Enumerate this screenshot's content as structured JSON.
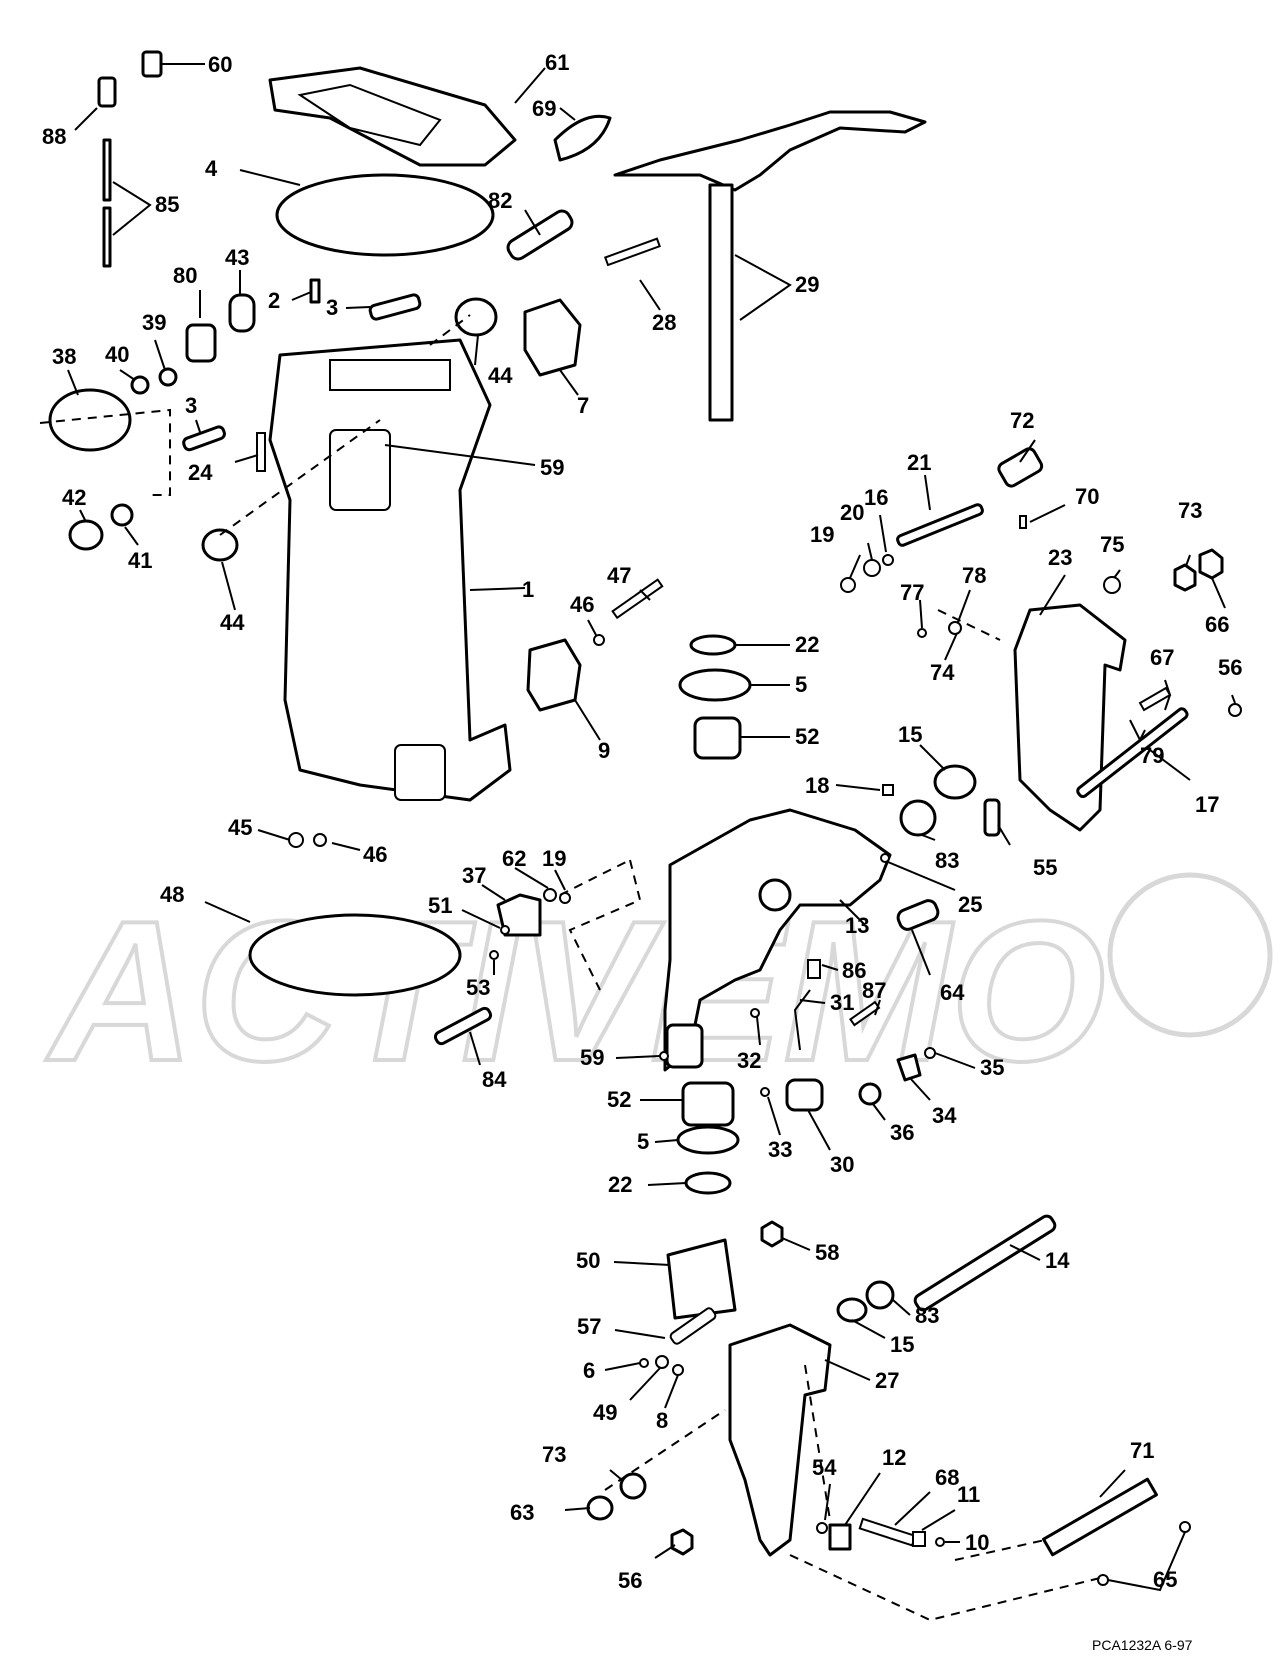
{
  "callouts": [
    {
      "id": "c60",
      "text": "60"
    },
    {
      "id": "c61",
      "text": "61"
    },
    {
      "id": "c88",
      "text": "88"
    },
    {
      "id": "c69",
      "text": "69"
    },
    {
      "id": "c85",
      "text": "85"
    },
    {
      "id": "c4",
      "text": "4"
    },
    {
      "id": "c82",
      "text": "82"
    },
    {
      "id": "c29",
      "text": "29"
    },
    {
      "id": "c43",
      "text": "43"
    },
    {
      "id": "c80",
      "text": "80"
    },
    {
      "id": "c2",
      "text": "2"
    },
    {
      "id": "c3a",
      "text": "3"
    },
    {
      "id": "c28",
      "text": "28"
    },
    {
      "id": "c38",
      "text": "38"
    },
    {
      "id": "c40",
      "text": "40"
    },
    {
      "id": "c39",
      "text": "39"
    },
    {
      "id": "c44a",
      "text": "44"
    },
    {
      "id": "c7",
      "text": "7"
    },
    {
      "id": "c3b",
      "text": "3"
    },
    {
      "id": "c24",
      "text": "24"
    },
    {
      "id": "c59a",
      "text": "59"
    },
    {
      "id": "c72",
      "text": "72"
    },
    {
      "id": "c21",
      "text": "21"
    },
    {
      "id": "c70",
      "text": "70"
    },
    {
      "id": "c42",
      "text": "42"
    },
    {
      "id": "c41",
      "text": "41"
    },
    {
      "id": "c19a",
      "text": "19"
    },
    {
      "id": "c20",
      "text": "20"
    },
    {
      "id": "c16",
      "text": "16"
    },
    {
      "id": "c73a",
      "text": "73"
    },
    {
      "id": "c23",
      "text": "23"
    },
    {
      "id": "c75",
      "text": "75"
    },
    {
      "id": "c1",
      "text": "1"
    },
    {
      "id": "c47",
      "text": "47"
    },
    {
      "id": "c77",
      "text": "77"
    },
    {
      "id": "c78",
      "text": "78"
    },
    {
      "id": "c44b",
      "text": "44"
    },
    {
      "id": "c46a",
      "text": "46"
    },
    {
      "id": "c66",
      "text": "66"
    },
    {
      "id": "c22a",
      "text": "22"
    },
    {
      "id": "c74",
      "text": "74"
    },
    {
      "id": "c67",
      "text": "67"
    },
    {
      "id": "c56a",
      "text": "56"
    },
    {
      "id": "c5a",
      "text": "5"
    },
    {
      "id": "c52a",
      "text": "52"
    },
    {
      "id": "c9",
      "text": "9"
    },
    {
      "id": "c15a",
      "text": "15"
    },
    {
      "id": "c79",
      "text": "79"
    },
    {
      "id": "c18",
      "text": "18"
    },
    {
      "id": "c17",
      "text": "17"
    },
    {
      "id": "c45",
      "text": "45"
    },
    {
      "id": "c46b",
      "text": "46"
    },
    {
      "id": "c83a",
      "text": "83"
    },
    {
      "id": "c55",
      "text": "55"
    },
    {
      "id": "c62",
      "text": "62"
    },
    {
      "id": "c19b",
      "text": "19"
    },
    {
      "id": "c37",
      "text": "37"
    },
    {
      "id": "c25",
      "text": "25"
    },
    {
      "id": "c48",
      "text": "48"
    },
    {
      "id": "c51",
      "text": "51"
    },
    {
      "id": "c13",
      "text": "13"
    },
    {
      "id": "c86",
      "text": "86"
    },
    {
      "id": "c64",
      "text": "64"
    },
    {
      "id": "c53",
      "text": "53"
    },
    {
      "id": "c31",
      "text": "31"
    },
    {
      "id": "c87",
      "text": "87"
    },
    {
      "id": "c59b",
      "text": "59"
    },
    {
      "id": "c32",
      "text": "32"
    },
    {
      "id": "c84",
      "text": "84"
    },
    {
      "id": "c35",
      "text": "35"
    },
    {
      "id": "c52b",
      "text": "52"
    },
    {
      "id": "c34",
      "text": "34"
    },
    {
      "id": "c36",
      "text": "36"
    },
    {
      "id": "c5b",
      "text": "5"
    },
    {
      "id": "c33",
      "text": "33"
    },
    {
      "id": "c30",
      "text": "30"
    },
    {
      "id": "c22b",
      "text": "22"
    },
    {
      "id": "c58",
      "text": "58"
    },
    {
      "id": "c14",
      "text": "14"
    },
    {
      "id": "c50",
      "text": "50"
    },
    {
      "id": "c83b",
      "text": "83"
    },
    {
      "id": "c57",
      "text": "57"
    },
    {
      "id": "c15b",
      "text": "15"
    },
    {
      "id": "c6",
      "text": "6"
    },
    {
      "id": "c27",
      "text": "27"
    },
    {
      "id": "c49",
      "text": "49"
    },
    {
      "id": "c8",
      "text": "8"
    },
    {
      "id": "c71",
      "text": "71"
    },
    {
      "id": "c73b",
      "text": "73"
    },
    {
      "id": "c12",
      "text": "12"
    },
    {
      "id": "c54",
      "text": "54"
    },
    {
      "id": "c68",
      "text": "68"
    },
    {
      "id": "c11",
      "text": "11"
    },
    {
      "id": "c63",
      "text": "63"
    },
    {
      "id": "c10",
      "text": "10"
    },
    {
      "id": "c56b",
      "text": "56"
    },
    {
      "id": "c65",
      "text": "65"
    }
  ],
  "drawing_code": "PCA1232A  6-97",
  "watermark": "ACTIVEMO"
}
